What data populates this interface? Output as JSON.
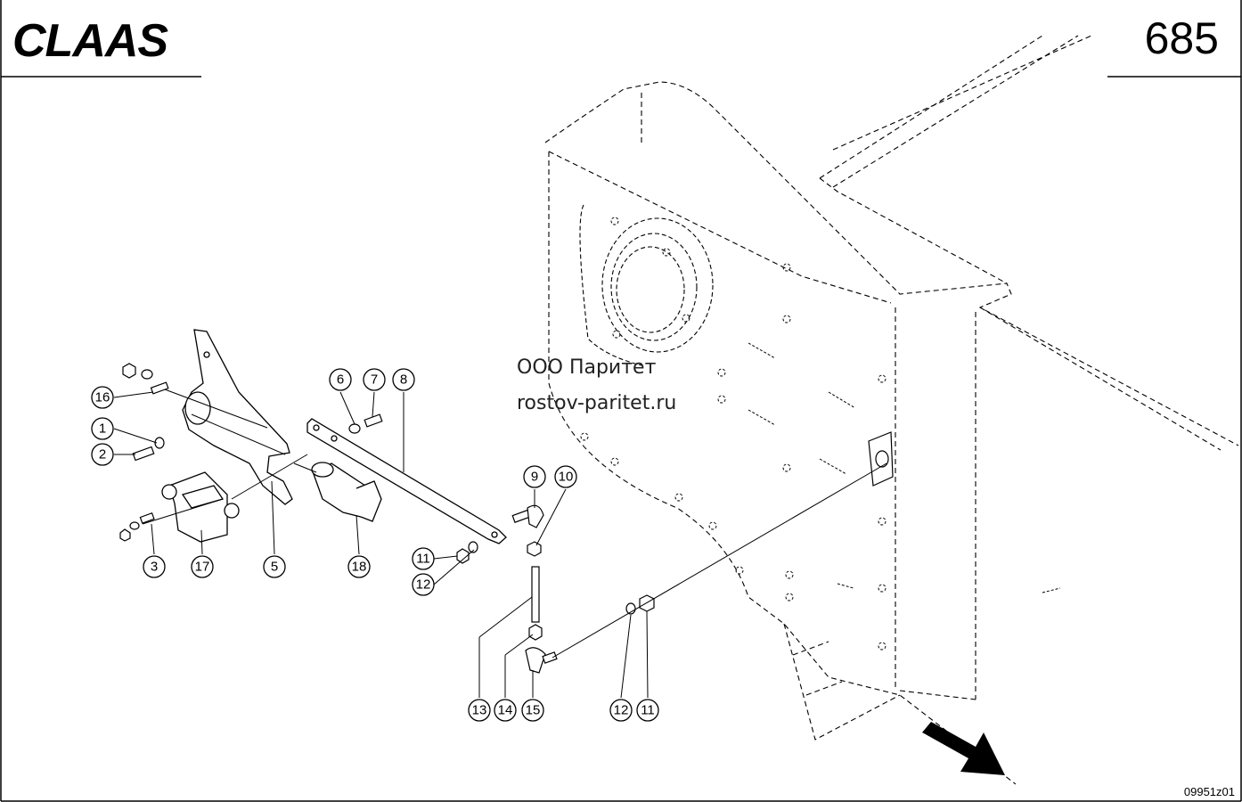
{
  "header": {
    "brand_logo": "CLAAS",
    "sheet_number": "685"
  },
  "watermark": {
    "line1": "ООО Паритет",
    "line2": "rostov-paritet.ru"
  },
  "footer": {
    "drawing_number": "09951z01"
  },
  "callouts": [
    {
      "id": "c16",
      "label": "16"
    },
    {
      "id": "c1",
      "label": "1"
    },
    {
      "id": "c2",
      "label": "2"
    },
    {
      "id": "c3",
      "label": "3"
    },
    {
      "id": "c17",
      "label": "17"
    },
    {
      "id": "c5",
      "label": "5"
    },
    {
      "id": "c6",
      "label": "6"
    },
    {
      "id": "c7",
      "label": "7"
    },
    {
      "id": "c8",
      "label": "8"
    },
    {
      "id": "c18",
      "label": "18"
    },
    {
      "id": "c9",
      "label": "9"
    },
    {
      "id": "c10",
      "label": "10"
    },
    {
      "id": "c11a",
      "label": "11"
    },
    {
      "id": "c12a",
      "label": "12"
    },
    {
      "id": "c13",
      "label": "13"
    },
    {
      "id": "c14",
      "label": "14"
    },
    {
      "id": "c15",
      "label": "15"
    },
    {
      "id": "c12b",
      "label": "12"
    },
    {
      "id": "c11b",
      "label": "11"
    }
  ],
  "colors": {
    "line": "#000000",
    "background": "#ffffff"
  }
}
